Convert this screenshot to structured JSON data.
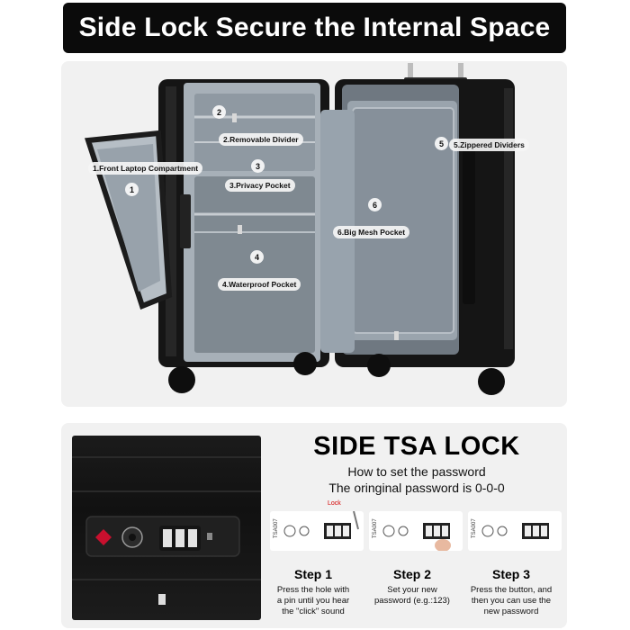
{
  "banner": {
    "title": "Side Lock Secure the Internal Space"
  },
  "suitcase": {
    "callouts": [
      {
        "number": "1",
        "label": "1.Front Laptop Compartment"
      },
      {
        "number": "2",
        "label": "2.Removable Divider"
      },
      {
        "number": "3",
        "label": "3.Privacy Pocket"
      },
      {
        "number": "4",
        "label": "4.Waterproof Pocket"
      },
      {
        "number": "5",
        "label": "5.Zippered Dividers"
      },
      {
        "number": "6",
        "label": "6.Big Mesh Pocket"
      }
    ]
  },
  "tsa": {
    "title": "SIDE TSA LOCK",
    "subtitle": "How to set the password",
    "original": "The oringinal password is 0-0-0",
    "lock_tag": "Lock",
    "steps": [
      {
        "title": "Step 1",
        "desc": [
          "Press the hole with",
          "a pin until you hear",
          "the \"click\" sound"
        ]
      },
      {
        "title": "Step 2",
        "desc": [
          "Set your new",
          "password (e.g.:123)"
        ]
      },
      {
        "title": "Step 3",
        "desc": [
          "Press the button, and",
          "then you can use the",
          "new password"
        ]
      }
    ]
  },
  "colors": {
    "banner_bg": "#0b0b0b",
    "panel_bg": "#f1f1f1",
    "lining": "#8f9aa4",
    "shell": "#1a1a1a",
    "tsa_red": "#c8102e"
  },
  "icons": [
    "zipper-pull-icon",
    "tsa-diamond-icon",
    "keyhole-icon",
    "combination-dial-icon",
    "finger-icon",
    "pin-icon"
  ]
}
